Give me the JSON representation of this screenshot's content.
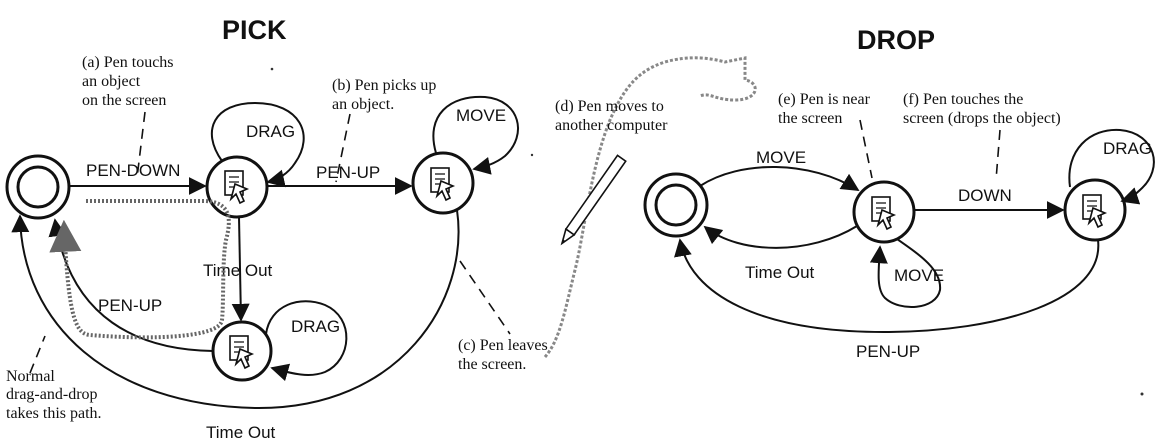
{
  "titles": {
    "pick": "PICK",
    "drop": "DROP"
  },
  "edges": {
    "pen_down": "PEN-DOWN",
    "pen_up_1": "PEN-UP",
    "drag_1": "DRAG",
    "move_1": "MOVE",
    "time_out_1": "Time Out",
    "drag_2": "DRAG",
    "pen_up_2": "PEN-UP",
    "time_out_2": "Time Out",
    "move_2": "MOVE",
    "time_out_3": "Time Out",
    "down": "DOWN",
    "move_3": "MOVE",
    "drag_3": "DRAG",
    "pen_up_3": "PEN-UP"
  },
  "notes": {
    "a": [
      "(a) Pen touchs",
      "an object",
      "on the screen"
    ],
    "b": [
      "(b) Pen picks up",
      "an object."
    ],
    "c": [
      "(c) Pen leaves",
      "the screen."
    ],
    "d": [
      "(d) Pen moves to",
      "another computer"
    ],
    "e": [
      "(e) Pen is near",
      "the screen"
    ],
    "f": [
      "(f) Pen touches the",
      "screen (drops the object)"
    ],
    "normal": [
      "Normal",
      "drag-and-drop",
      "takes this path."
    ]
  }
}
